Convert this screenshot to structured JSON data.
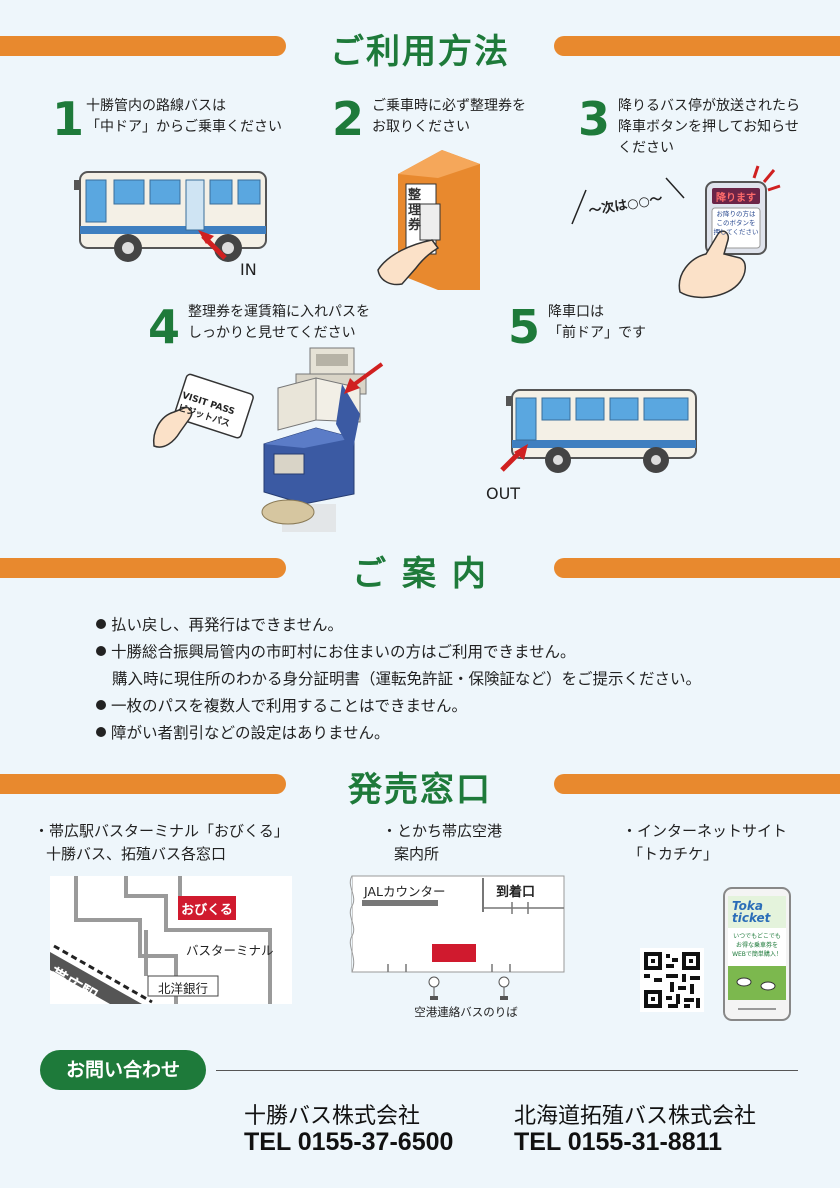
{
  "usage": {
    "heading": "ご利用方法",
    "steps": [
      {
        "number": "1",
        "line1": "十勝管内の路線バスは",
        "line2": "「中ドア」からご乗車ください",
        "tag": "IN"
      },
      {
        "number": "2",
        "line1": "ご乗車時に必ず整理券を",
        "line2": "お取りください",
        "tag": "整理券"
      },
      {
        "number": "3",
        "line1": "降りるバス停が放送されたら",
        "line2": "降車ボタンを押してお知らせ",
        "line3": "ください",
        "announce": "〜次は○○〜",
        "button_title": "降ります",
        "button_sub1": "お降りの方は",
        "button_sub2": "このボタンを",
        "button_sub3": "押してください"
      },
      {
        "number": "4",
        "line1": "整理券を運賃箱に入れパスを",
        "line2": "しっかりと見せてください",
        "pass_line1": "VISIT PASS",
        "pass_line2": "ビジットパス"
      },
      {
        "number": "5",
        "line1": "降車口は",
        "line2": "「前ドア」です",
        "tag": "OUT"
      }
    ]
  },
  "notice": {
    "heading": "ご 案 内",
    "items": [
      "払い戻し、再発行はできません。",
      "十勝総合振興局管内の市町村にお住まいの方はご利用できません。",
      "購入時に現住所のわかる身分証明書（運転免許証・保険証など）をご提示ください。",
      "一枚のパスを複数人で利用することはできません。",
      "障がい者割引などの設定はありません。"
    ]
  },
  "sales": {
    "heading": "発売窓口",
    "locations": [
      {
        "line1": "・帯広駅バスターミナル「おびくる」",
        "line2": "十勝バス、拓殖バス各窓口",
        "map_station": "帯広駅",
        "map_obikuru": "おびくる",
        "map_terminal": "バスターミナル",
        "map_bank": "北洋銀行"
      },
      {
        "line1": "・とかち帯広空港",
        "line2": "案内所",
        "map_jal": "JALカウンター",
        "map_arrival": "到着口",
        "map_busstop": "空港連絡バスのりば"
      },
      {
        "line1": "・インターネットサイト",
        "line2": "「トカチケ」",
        "phone_title1": "Toka",
        "phone_title2": "ticket",
        "phone_tag1": "いつでもどこでも",
        "phone_tag2": "お得な乗車券を",
        "phone_tag3": "WEBで簡単購入！"
      }
    ]
  },
  "contact": {
    "label": "お問い合わせ",
    "companies": [
      {
        "name": "十勝バス株式会社",
        "tel": "TEL 0155-37-6500"
      },
      {
        "name": "北海道拓殖バス株式会社",
        "tel": "TEL 0155-31-8811"
      }
    ]
  },
  "colors": {
    "orange": "#e8892e",
    "green": "#1e7a3a",
    "background": "#eef6fb",
    "red": "#d02020"
  }
}
